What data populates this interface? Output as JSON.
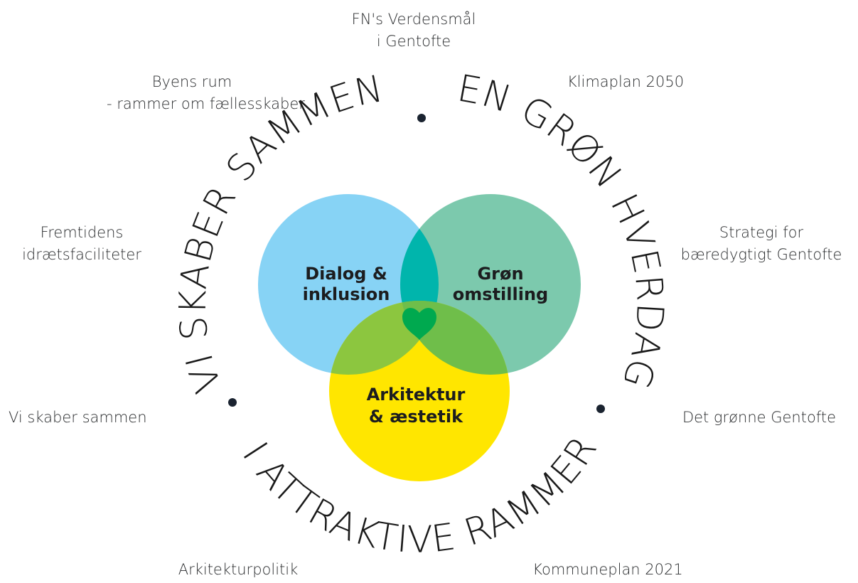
{
  "title": {
    "line1": "FN's Verdensmål",
    "line2": "i Gentofte"
  },
  "outer_labels": {
    "byens_rum": {
      "line1": "Byens rum",
      "line2": "- rammer om fællesskaber"
    },
    "klimaplan": {
      "line1": "Klimaplan 2050"
    },
    "fremtidens": {
      "line1": "Fremtidens",
      "line2": "idrætsfaciliteter"
    },
    "strategi": {
      "line1": "Strategi for",
      "line2": "bæredygtigt Gentofte"
    },
    "vi_skaber": {
      "line1": "Vi skaber sammen"
    },
    "det_gronne": {
      "line1": "Det grønne Gentofte"
    },
    "arkitekturpolitik": {
      "line1": "Arkitekturpolitik"
    },
    "kommuneplan": {
      "line1": "Kommuneplan 2021"
    }
  },
  "ring": {
    "left_text": "VI SKABER SAMMEN",
    "right_text": "EN GRØN HVERDAG",
    "bottom_text": "I ATTRAKTIVE RAMMER"
  },
  "circles": {
    "dialog": {
      "line1": "Dialog &",
      "line2": "inklusion",
      "color": "#87d3f5"
    },
    "gron": {
      "line1": "Grøn",
      "line2": "omstilling",
      "color": "#7cc9ad"
    },
    "arkitektur": {
      "line1": "Arkitektur",
      "line2": "& æstetik",
      "color": "#ffe600"
    }
  },
  "overlap_colors": {
    "dialog_gron": "#00b5ac",
    "dialog_arkitektur": "#8cc63f",
    "gron_arkitektur": "#6fbe4a",
    "center_heart": "#00a94f"
  },
  "dot_color": "#1a2330"
}
